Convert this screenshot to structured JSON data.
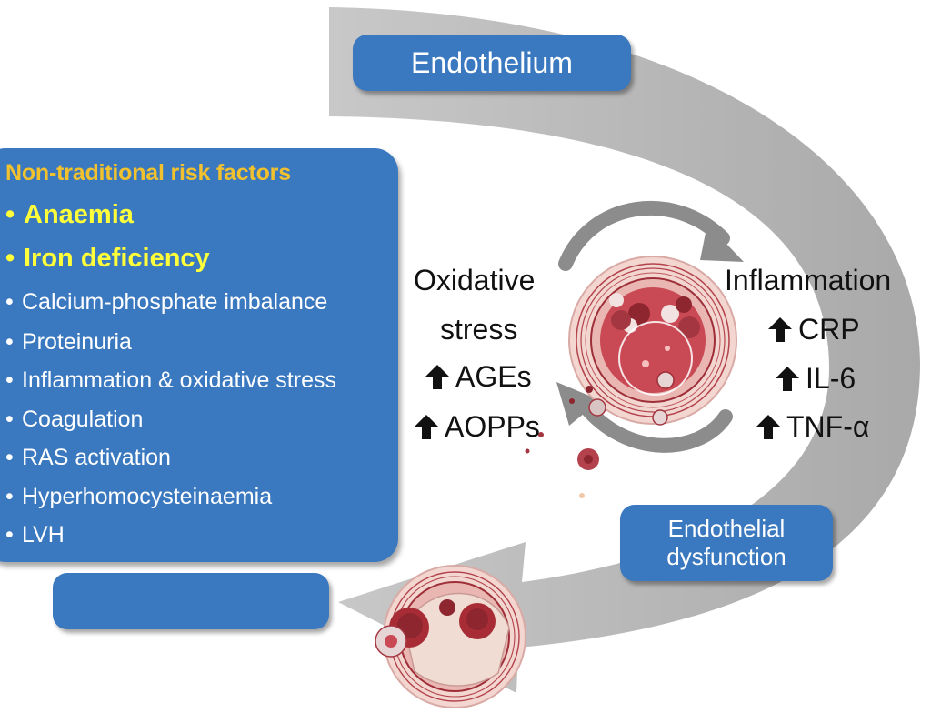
{
  "top_label": "Endothelium",
  "bottom_right_label": "Endothelial dysfunction",
  "risk_factors": {
    "title": "Non-traditional risk factors",
    "items": [
      {
        "label": "Anaemia",
        "highlight": true
      },
      {
        "label": "Iron deficiency",
        "highlight": true
      },
      {
        "label": "Calcium-phosphate imbalance",
        "highlight": false
      },
      {
        "label": "Proteinuria",
        "highlight": false
      },
      {
        "label": "Inflammation & oxidative stress",
        "highlight": false
      },
      {
        "label": "Coagulation",
        "highlight": false
      },
      {
        "label": "RAS activation",
        "highlight": false
      },
      {
        "label": "Hyperhomocysteinaemia",
        "highlight": false
      },
      {
        "label": "LVH",
        "highlight": false
      }
    ]
  },
  "oxidative_stress": {
    "heading_line1": "Oxidative",
    "heading_line2": "stress",
    "markers": [
      "AGEs",
      "AOPPs"
    ]
  },
  "inflammation": {
    "heading": "Inflammation",
    "markers": [
      "CRP",
      "IL-6",
      "TNF-α"
    ]
  },
  "colors": {
    "panel_blue": "#3a78bf",
    "title_gold": "#f2c12e",
    "highlight_yellow": "#ffff3a",
    "ribbon_gray": "#b9b9b9",
    "cycle_arrow_gray": "#8c8c8c",
    "vessel_red": "#a8313a"
  }
}
